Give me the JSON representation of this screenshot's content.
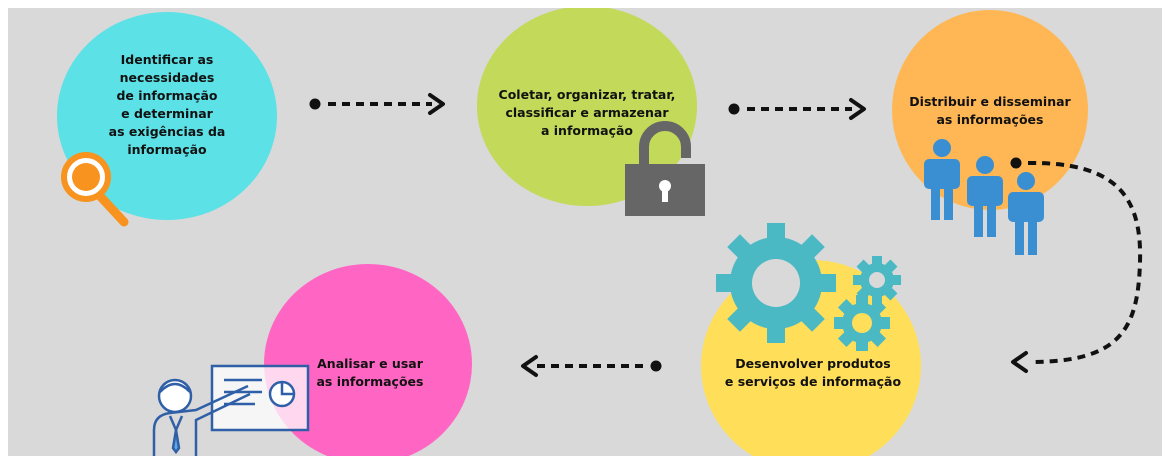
{
  "colors": {
    "background": "#d9d9d9",
    "step1": "#5ce1e6",
    "step2": "#c2d959",
    "step3": "#ffb755",
    "step4": "#ffde59",
    "step5": "#ff66c4",
    "magnifier": "#f7931e",
    "lock": "#666666",
    "people": "#3a8fd2",
    "gears": "#4bb9c4",
    "presenter": "#2f5fa7",
    "arrow": "#111111"
  },
  "steps": [
    {
      "text": "Identificar as\nnecessidades\nde informação\ne determinar\nas exigências da\ninformação",
      "icon": "magnifier-icon"
    },
    {
      "text": "Coletar, organizar, tratar,\nclassificar e armazenar\na informação",
      "icon": "padlock-icon"
    },
    {
      "text": "Distribuir e disseminar\nas informações",
      "icon": "people-icon"
    },
    {
      "text": "Desenvolver produtos\ne serviços de informação",
      "icon": "gears-icon"
    },
    {
      "text": "Analisar e usar\nas informações",
      "icon": "presenter-icon"
    }
  ]
}
